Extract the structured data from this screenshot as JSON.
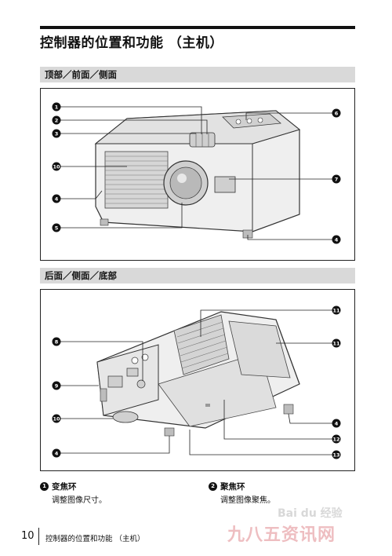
{
  "page": {
    "title": "控制器的位置和功能 （主机）",
    "number": "10",
    "footer_caption": "控制器的位置和功能 （主机）"
  },
  "sections": [
    {
      "heading": "顶部／前面／侧面",
      "callouts": [
        "1",
        "2",
        "3",
        "10",
        "4",
        "5",
        "6",
        "7",
        "4"
      ]
    },
    {
      "heading": "后面／侧面／底部",
      "callouts": [
        "11",
        "11",
        "8",
        "9",
        "10",
        "4",
        "4",
        "12",
        "13"
      ]
    }
  ],
  "descriptions": [
    {
      "number": "1",
      "name": "变焦环",
      "text": "调整图像尺寸。"
    },
    {
      "number": "2",
      "name": "聚焦环",
      "text": "调整图像聚焦。"
    }
  ],
  "watermark": {
    "text": "九八五资讯网",
    "logo": "Bai du 经验"
  }
}
